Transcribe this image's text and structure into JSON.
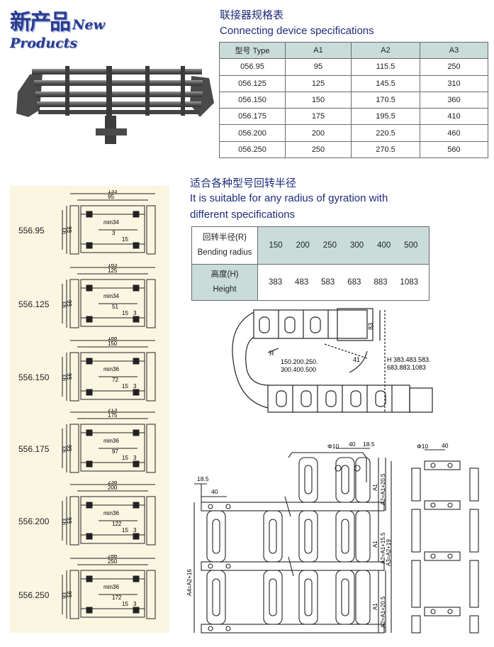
{
  "header": {
    "logo_cn": "新产品",
    "logo_en": "New Products"
  },
  "spec_section": {
    "title_cn": "联接器规格表",
    "title_en": "Connecting device specifications",
    "columns": [
      "型号 Type",
      "A1",
      "A2",
      "A3"
    ],
    "rows": [
      [
        "056.95",
        "95",
        "115.5",
        "250"
      ],
      [
        "056.125",
        "125",
        "145.5",
        "310"
      ],
      [
        "056.150",
        "150",
        "170.5",
        "360"
      ],
      [
        "056.175",
        "175",
        "195.5",
        "410"
      ],
      [
        "056.200",
        "200",
        "220.5",
        "460"
      ],
      [
        "056.250",
        "250",
        "270.5",
        "560"
      ]
    ]
  },
  "radius_section": {
    "title_cn": "适合各种型号回转半径",
    "title_en_line1": "It is suitable for any radius of gyration with",
    "title_en_line2": "different specifications",
    "row1_label_cn": "回转半径(R)",
    "row1_label_en": "Bending radius",
    "row1_values": [
      "150",
      "200",
      "250",
      "300",
      "400",
      "500"
    ],
    "row2_label_cn": "高度(H)",
    "row2_label_en": "Height",
    "row2_values": [
      "383",
      "483",
      "583",
      "683",
      "883",
      "1083"
    ]
  },
  "chain_diagram": {
    "r_label": "R",
    "r_values_line1": "150.200.250.",
    "r_values_line2": "300.400.500",
    "dim_83": "83",
    "angle_41": "41",
    "h_line1": "H 383.483.583.",
    "h_line2": "683.883.1083"
  },
  "sections": [
    {
      "label": "556.95",
      "outer": "133",
      "inner": "95",
      "min": "min34",
      "mid": "3",
      "small": "15",
      "h1": "93",
      "h2": "56"
    },
    {
      "label": "556.125",
      "outer": "163",
      "inner": "125",
      "min": "min34",
      "mid": "51",
      "small": "15",
      "extra": "3",
      "h1": "93",
      "h2": "56"
    },
    {
      "label": "556.150",
      "outer": "188",
      "inner": "150",
      "min": "min36",
      "mid": "72",
      "small": "15",
      "extra": "3",
      "h1": "93",
      "h2": "56"
    },
    {
      "label": "556.175",
      "outer": "213",
      "inner": "175",
      "min": "min36",
      "mid": "97",
      "small": "15",
      "extra": "3",
      "h1": "93",
      "h2": "56"
    },
    {
      "label": "556.200",
      "outer": "238",
      "inner": "200",
      "min": "min36",
      "mid": "122",
      "small": "15",
      "extra": "3",
      "h1": "93",
      "h2": "56"
    },
    {
      "label": "556.250",
      "outer": "288",
      "inner": "250",
      "min": "min36",
      "mid": "172",
      "small": "15",
      "extra": "3",
      "h1": "93",
      "h2": "56"
    }
  ],
  "link_drawing": {
    "d10a": "Φ10",
    "d40a": "40",
    "d185a": "18.5",
    "d185b": "18.5",
    "d40b": "40",
    "a4": "A4=A2+16",
    "a1_top": "A1",
    "a2_top": "A2=A1+20.5",
    "a1_mid": "A1",
    "a2_mid": "A2=A1+15.5",
    "a3": "A3=A2+19",
    "a1_bot": "A1",
    "a2_bot": "A2=A1+20.5",
    "side_d10": "Φ10",
    "side_40": "40"
  }
}
